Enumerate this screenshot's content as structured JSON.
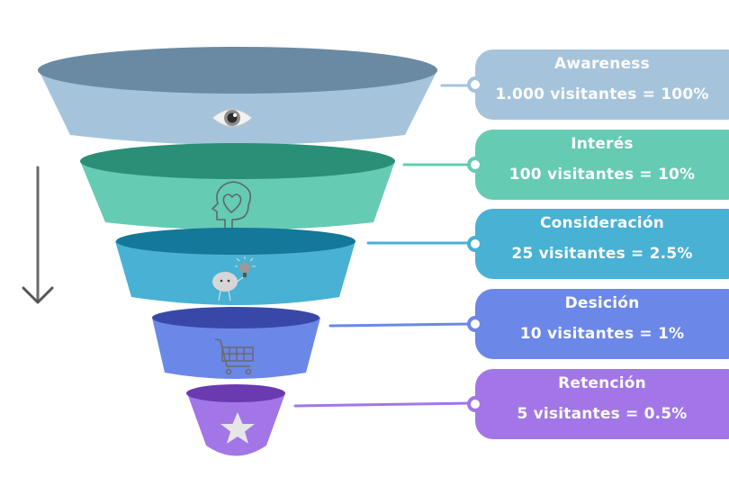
{
  "funnel": {
    "stages": [
      {
        "name": "Awareness",
        "visitors": 1000,
        "percent": 100,
        "label": "Awareness",
        "value_text": "1.000 visitantes = 100%",
        "icon": "eye-icon",
        "colors": {
          "rim": "#6a8aa3",
          "body": "#a5c4dc",
          "card": "#a5c4dc"
        }
      },
      {
        "name": "Interes",
        "visitors": 100,
        "percent": 10,
        "label": "Interés",
        "value_text": "100 visitantes = 10%",
        "icon": "head-heart-icon",
        "colors": {
          "rim": "#2a8f76",
          "body": "#66cbb3",
          "card": "#66cbb3"
        }
      },
      {
        "name": "Consideracion",
        "visitors": 25,
        "percent": 2.5,
        "label": "Consideración",
        "value_text": "25 visitantes = 2.5%",
        "icon": "brain-lightbulb-icon",
        "colors": {
          "rim": "#13789a",
          "body": "#48b1d4",
          "card": "#48b1d4"
        }
      },
      {
        "name": "Decision",
        "visitors": 10,
        "percent": 1,
        "label": "Desición",
        "value_text": "10 visitantes = 1%",
        "icon": "shopping-cart-icon",
        "colors": {
          "rim": "#3948a8",
          "body": "#6b87e8",
          "card": "#6b87e8"
        }
      },
      {
        "name": "Retencion",
        "visitors": 5,
        "percent": 0.5,
        "label": "Retención",
        "value_text": "5 visitantes = 0.5%",
        "icon": "star-icon",
        "colors": {
          "rim": "#6a3ab0",
          "body": "#a276e6",
          "card": "#a276e6"
        }
      }
    ],
    "flow_direction": "down"
  }
}
